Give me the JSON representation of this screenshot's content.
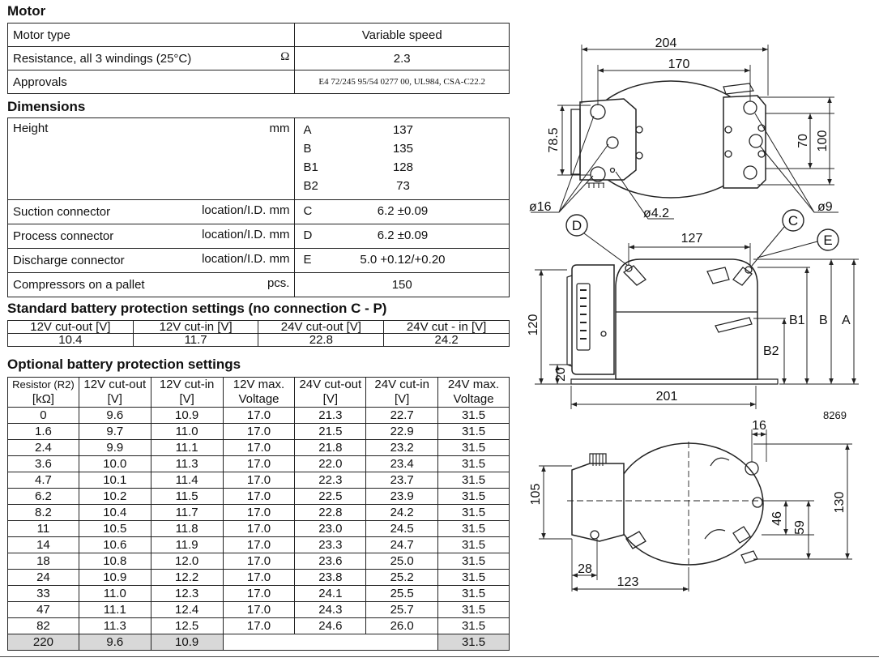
{
  "motor": {
    "heading": "Motor",
    "rows": [
      {
        "label": "Motor type",
        "unit": "",
        "value": "Variable speed"
      },
      {
        "label": "Resistance, all 3 windings (25°C)",
        "unit": "Ω",
        "value": "2.3"
      },
      {
        "label": "Approvals",
        "unit": "",
        "value": "E4 72/245 95/54 0277 00, UL984, CSA-C22.2"
      }
    ]
  },
  "dimensions": {
    "heading": "Dimensions",
    "height": {
      "label": "Height",
      "unit": "mm",
      "items": [
        {
          "code": "A",
          "value": "137"
        },
        {
          "code": "B",
          "value": "135"
        },
        {
          "code": "B1",
          "value": "128"
        },
        {
          "code": "B2",
          "value": "73"
        }
      ]
    },
    "rows": [
      {
        "label": "Suction connector",
        "unit": "location/I.D. mm",
        "code": "C",
        "value": "6.2 ±0.09"
      },
      {
        "label": "Process connector",
        "unit": "location/I.D. mm",
        "code": "D",
        "value": "6.2 ±0.09"
      },
      {
        "label": "Discharge connector",
        "unit": "location/I.D. mm",
        "code": "E",
        "value": "5.0 +0.12/+0.20"
      },
      {
        "label": "Compressors on a pallet",
        "unit": "pcs.",
        "code": "",
        "value": "150"
      }
    ]
  },
  "standard": {
    "heading": "Standard battery protection settings (no connection C - P)",
    "headers": [
      "12V cut-out [V]",
      "12V cut-in [V]",
      "24V cut-out [V]",
      "24V cut - in [V]"
    ],
    "values": [
      "10.4",
      "11.7",
      "22.8",
      "24.2"
    ]
  },
  "optional": {
    "heading": "Optional battery protection settings",
    "headers": [
      [
        "Resistor (R2)",
        "[kΩ]"
      ],
      [
        "12V cut-out",
        "[V]"
      ],
      [
        "12V cut-in",
        "[V]"
      ],
      [
        "12V max.",
        "Voltage"
      ],
      [
        "24V cut-out",
        "[V]"
      ],
      [
        "24V cut-in",
        "[V]"
      ],
      [
        "24V max.",
        "Voltage"
      ]
    ],
    "rows": [
      [
        "0",
        "9.6",
        "10.9",
        "17.0",
        "21.3",
        "22.7",
        "31.5"
      ],
      [
        "1.6",
        "9.7",
        "11.0",
        "17.0",
        "21.5",
        "22.9",
        "31.5"
      ],
      [
        "2.4",
        "9.9",
        "11.1",
        "17.0",
        "21.8",
        "23.2",
        "31.5"
      ],
      [
        "3.6",
        "10.0",
        "11.3",
        "17.0",
        "22.0",
        "23.4",
        "31.5"
      ],
      [
        "4.7",
        "10.1",
        "11.4",
        "17.0",
        "22.3",
        "23.7",
        "31.5"
      ],
      [
        "6.2",
        "10.2",
        "11.5",
        "17.0",
        "22.5",
        "23.9",
        "31.5"
      ],
      [
        "8.2",
        "10.4",
        "11.7",
        "17.0",
        "22.8",
        "24.2",
        "31.5"
      ],
      [
        "11",
        "10.5",
        "11.8",
        "17.0",
        "23.0",
        "24.5",
        "31.5"
      ],
      [
        "14",
        "10.6",
        "11.9",
        "17.0",
        "23.3",
        "24.7",
        "31.5"
      ],
      [
        "18",
        "10.8",
        "12.0",
        "17.0",
        "23.6",
        "25.0",
        "31.5"
      ],
      [
        "24",
        "10.9",
        "12.2",
        "17.0",
        "23.8",
        "25.2",
        "31.5"
      ],
      [
        "33",
        "11.0",
        "12.3",
        "17.0",
        "24.1",
        "25.5",
        "31.5"
      ],
      [
        "47",
        "11.1",
        "12.4",
        "17.0",
        "24.3",
        "25.7",
        "31.5"
      ],
      [
        "82",
        "11.3",
        "12.5",
        "17.0",
        "24.6",
        "26.0",
        "31.5"
      ]
    ],
    "last_row": [
      "220",
      "9.6",
      "10.9",
      "",
      "31.5"
    ]
  },
  "drawing": {
    "figure_number": "8269",
    "top_view": {
      "width_outer": "204",
      "width_inner": "170",
      "h_left": "78.5",
      "h_right_inner": "70",
      "h_right_outer": "100",
      "hole_left": "ø16",
      "hole_center": "ø4.2",
      "hole_right": "ø9"
    },
    "side_view": {
      "conn_d": "D",
      "conn_c": "C",
      "conn_e": "E",
      "dist_top": "127",
      "dist_bottom": "201",
      "h_left": "120",
      "h_base": "20",
      "b1": "B1",
      "b": "B",
      "a": "A",
      "b2": "B2"
    },
    "front_view": {
      "d16": "16",
      "h105": "105",
      "h130": "130",
      "h46": "46",
      "h59": "59",
      "w28": "28",
      "w123": "123"
    }
  }
}
